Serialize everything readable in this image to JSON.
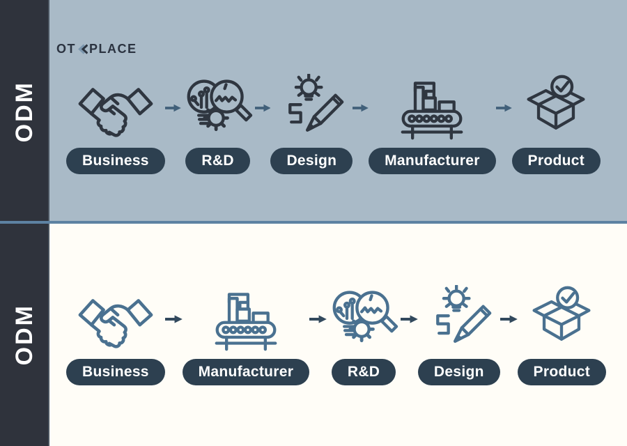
{
  "brand": {
    "logo_pre": "OT",
    "logo_post": "PLACE",
    "logo_chevron_icon": "double-left-chevron"
  },
  "colors": {
    "sidebar_bg": "#2f333c",
    "top_panel_bg": "#a9bac7",
    "bottom_panel_bg": "#fffdf7",
    "divider": "#5d82a2",
    "pill_bg": "#2d4050",
    "pill_text": "#ffffff",
    "icon_dark": "#2f3640",
    "icon_steel": "#4a7190",
    "arrow_top": "#41607a",
    "arrow_bottom": "#32495d"
  },
  "sections": [
    {
      "label": "ODM",
      "steps": [
        {
          "label": "Business",
          "icon": "handshake"
        },
        {
          "label": "R&D",
          "icon": "research"
        },
        {
          "label": "Design",
          "icon": "design"
        },
        {
          "label": "Manufacturer",
          "icon": "factory"
        },
        {
          "label": "Product",
          "icon": "product"
        }
      ]
    },
    {
      "label": "ODM",
      "steps": [
        {
          "label": "Business",
          "icon": "handshake"
        },
        {
          "label": "Manufacturer",
          "icon": "factory"
        },
        {
          "label": "R&D",
          "icon": "research"
        },
        {
          "label": "Design",
          "icon": "design"
        },
        {
          "label": "Product",
          "icon": "product"
        }
      ]
    }
  ]
}
